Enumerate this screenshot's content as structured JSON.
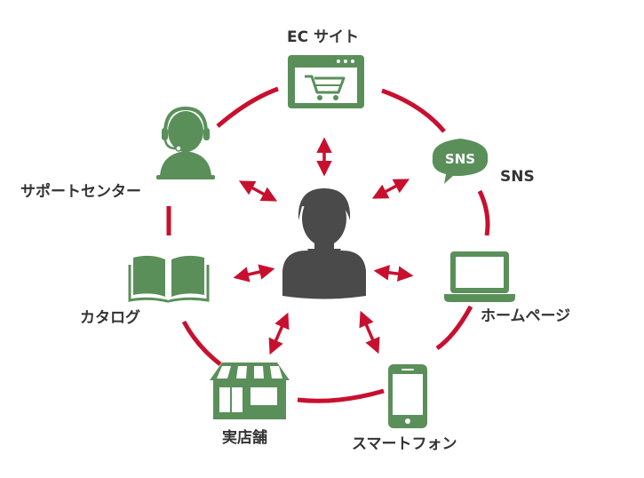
{
  "colors": {
    "ring": "#c8102e",
    "icon": "#5a8f5a",
    "icon_fill": "#ffffff",
    "person": "#4a4a4a",
    "text": "#333333"
  },
  "center": {
    "icon": "person-icon"
  },
  "channels": [
    {
      "id": "ec-site",
      "label": "EC サイト",
      "icon": "shopping-cart-icon"
    },
    {
      "id": "sns",
      "label": "SNS",
      "badge": "SNS",
      "icon": "speech-bubble-icon"
    },
    {
      "id": "homepage",
      "label": "ホームページ",
      "icon": "laptop-icon"
    },
    {
      "id": "smartphone",
      "label": "スマートフォン",
      "icon": "smartphone-icon"
    },
    {
      "id": "store",
      "label": "実店舗",
      "icon": "storefront-icon"
    },
    {
      "id": "catalog",
      "label": "カタログ",
      "icon": "open-book-icon"
    },
    {
      "id": "support",
      "label": "サポートセンター",
      "icon": "headset-operator-icon"
    }
  ]
}
